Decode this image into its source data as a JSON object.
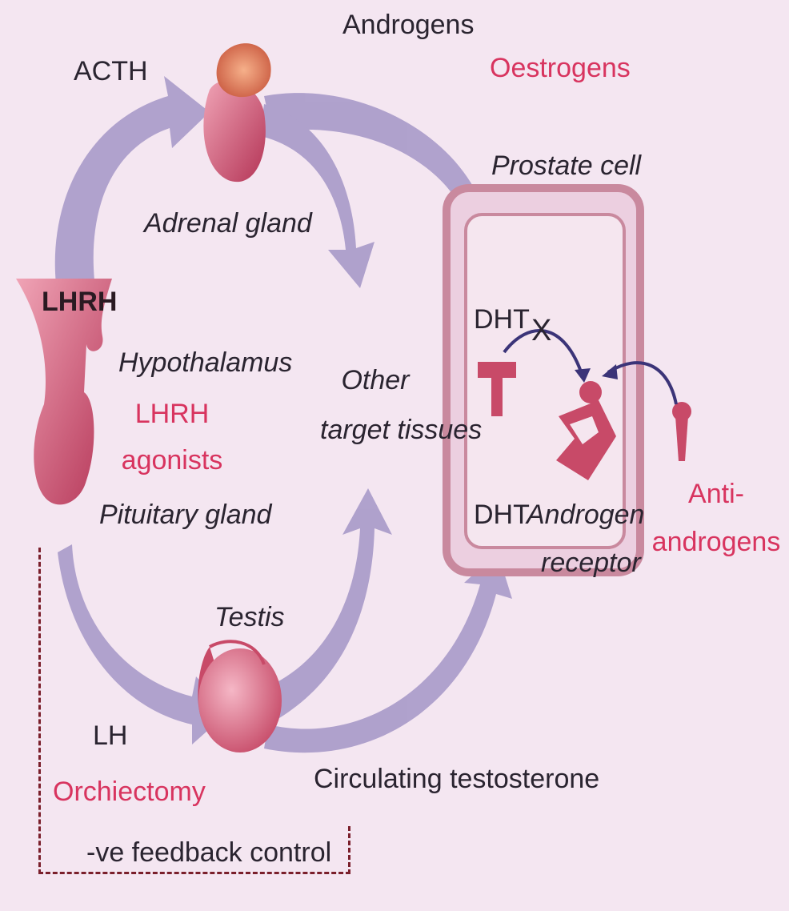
{
  "labels": {
    "acth": "ACTH",
    "androgens": "Androgens",
    "oestrogens": "Oestrogens",
    "prostate_cell": "Prostate cell",
    "adrenal_gland": "Adrenal gland",
    "lhrh": "LHRH",
    "dht_top": "DHT",
    "hypothalamus": "Hypothalamus",
    "other_target_tissues_1": "Other",
    "other_target_tissues_2": "target tissues",
    "lhrh_agonists_1": "LHRH",
    "lhrh_agonists_2": "agonists",
    "anti_androgens_1": "Anti-",
    "anti_androgens_2": "androgens",
    "pituitary_gland": "Pituitary gland",
    "dht_bottom": "DHT",
    "androgen_receptor_1": "Androgen",
    "androgen_receptor_2": "receptor",
    "testis": "Testis",
    "lh": "LH",
    "orchiectomy": "Orchiectomy",
    "circulating_testosterone": "Circulating testosterone",
    "feedback": "-ve feedback control",
    "block_mark": "X"
  },
  "colors": {
    "background": "#f4e6f1",
    "arrow": "#a89ac9",
    "organ": "#c84a68",
    "organ_light": "#e98fa3",
    "cell_border": "#c9899e",
    "cell_fill": "#eed9e6",
    "accent_red": "#d8345f",
    "dark_arrow": "#3b3478"
  }
}
